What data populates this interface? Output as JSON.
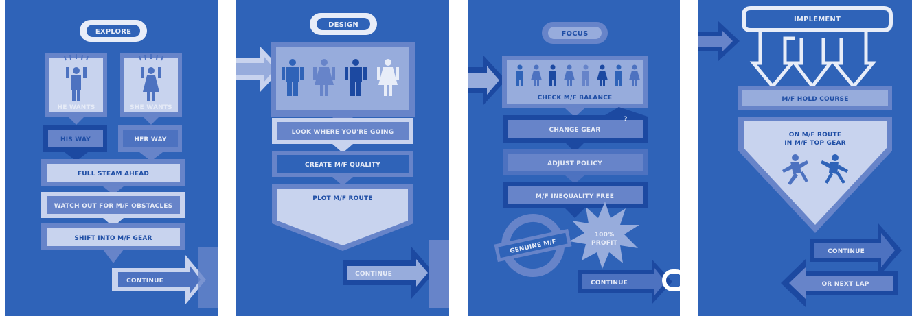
{
  "colors": {
    "background": "#ffffff",
    "panel": "#2f63b8",
    "deep": "#1c49a1",
    "mid": "#6784c9",
    "light": "#97acdc",
    "pale": "#c8d3ee",
    "text_dark": "#1f4ea5",
    "text_light": "#e6ebf7"
  },
  "panels": [
    {
      "title": "EXPLORE",
      "figures": [
        {
          "label": "HE WANTS",
          "icon": "man-cheering-icon"
        },
        {
          "label": "SHE WANTS",
          "icon": "woman-cheering-icon"
        }
      ],
      "branches": [
        "HIS WAY",
        "HER WAY"
      ],
      "steps": [
        "FULL STEAM AHEAD",
        "WATCH OUT FOR M/F OBSTACLES",
        "SHIFT INTO M/F GEAR"
      ],
      "continue": "CONTINUE"
    },
    {
      "title": "DESIGN",
      "figures_icon": "four-people-icon",
      "steps": [
        "LOOK WHERE YOU'RE GOING",
        "CREATE M/F QUALITY"
      ],
      "funnel": "PLOT M/F ROUTE",
      "continue": "CONTINUE"
    },
    {
      "title": "FOCUS",
      "figures_icon": "crowd-icon",
      "steps": [
        "CHECK M/F BALANCE",
        "CHANGE GEAR",
        "ADJUST POLICY",
        "M/F INEQUALITY FREE"
      ],
      "question_mark": "?",
      "stamp": "GENUINE M/F",
      "burst": [
        "100%",
        "PROFIT"
      ],
      "continue": "CONTINUE"
    },
    {
      "title": "IMPLEMENT",
      "banner": "M/F HOLD COURSE",
      "funnel": [
        "ON M/F ROUTE",
        "IN M/F TOP GEAR"
      ],
      "figures_icon": "running-people-icon",
      "continue": "CONTINUE",
      "next_lap": "OR NEXT LAP"
    }
  ]
}
